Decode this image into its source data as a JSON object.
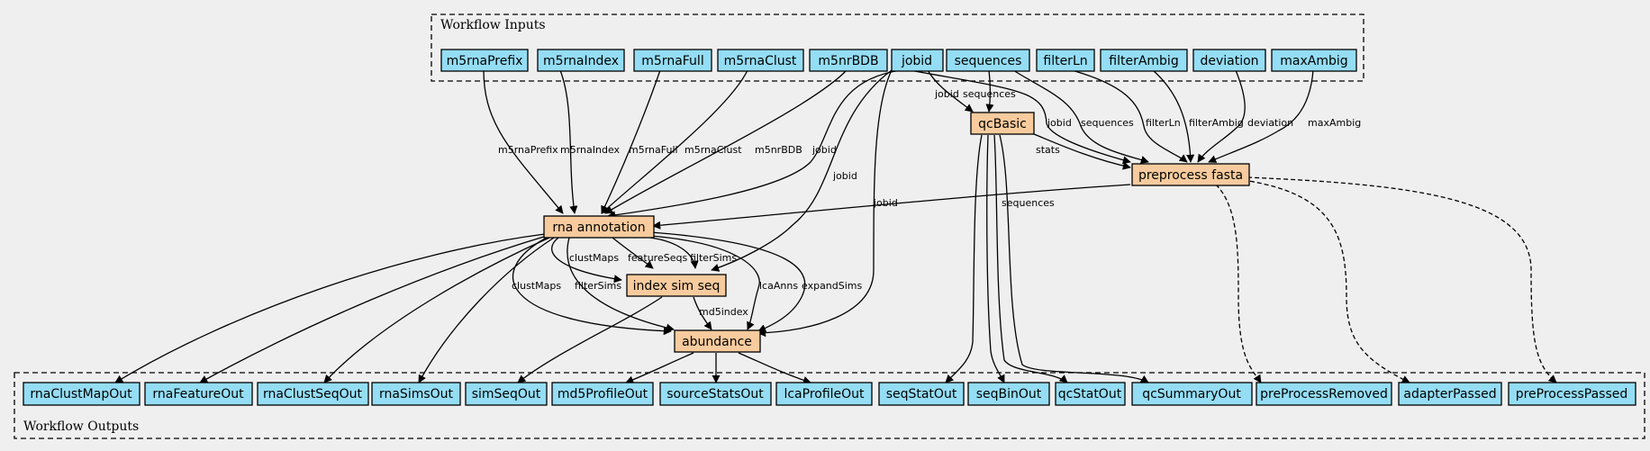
{
  "clusters": {
    "inputs_title": "Workflow Inputs",
    "outputs_title": "Workflow Outputs"
  },
  "colors": {
    "io": "#94ddf4",
    "step": "#f7cb9e",
    "background": "#efefef"
  },
  "inputs": [
    "m5rnaPrefix",
    "m5rnaIndex",
    "m5rnaFull",
    "m5rnaClust",
    "m5nrBDB",
    "jobid",
    "sequences",
    "filterLn",
    "filterAmbig",
    "deviation",
    "maxAmbig"
  ],
  "steps": [
    "qcBasic",
    "preprocess fasta",
    "rna annotation",
    "index sim seq",
    "abundance"
  ],
  "outputs": [
    "rnaClustMapOut",
    "rnaFeatureOut",
    "rnaClustSeqOut",
    "rnaSimsOut",
    "simSeqOut",
    "md5ProfileOut",
    "sourceStatsOut",
    "lcaProfileOut",
    "seqStatOut",
    "seqBinOut",
    "qcStatOut",
    "qcSummaryOut",
    "preProcessRemoved",
    "adapterPassed",
    "preProcessPassed"
  ],
  "edge_labels": {
    "e_jobid_qc": "jobid",
    "e_seq_qc": "sequences",
    "e_jobid_pf": "jobid",
    "e_seq_pf": "sequences",
    "e_fl_pf": "filterLn",
    "e_fa_pf": "filterAmbig",
    "e_dev_pf": "deviation",
    "e_ma_pf": "maxAmbig",
    "e_qc_pf": "stats",
    "e_pre_rna": "m5rnaPrefix",
    "e_idx_rna": "m5rnaIndex",
    "e_full_rna": "m5rnaFull",
    "e_clust_rna": "m5rnaClust",
    "e_bdb_rna": "m5nrBDB",
    "e_jobid_rna": "jobid",
    "e_jobid_iss": "jobid",
    "e_jobid_ab": "jobid",
    "e_pf_rna": "sequences",
    "e_rna_iss_cm": "clustMaps",
    "e_rna_iss_fs": "featureSeqs",
    "e_rna_iss_fsims": "filterSims",
    "e_rna_ab_cm": "clustMaps",
    "e_rna_ab_fs": "filterSims",
    "e_rna_ab_lca": "lcaAnns",
    "e_rna_ab_exp": "expandSims",
    "e_iss_ab": "md5index"
  }
}
